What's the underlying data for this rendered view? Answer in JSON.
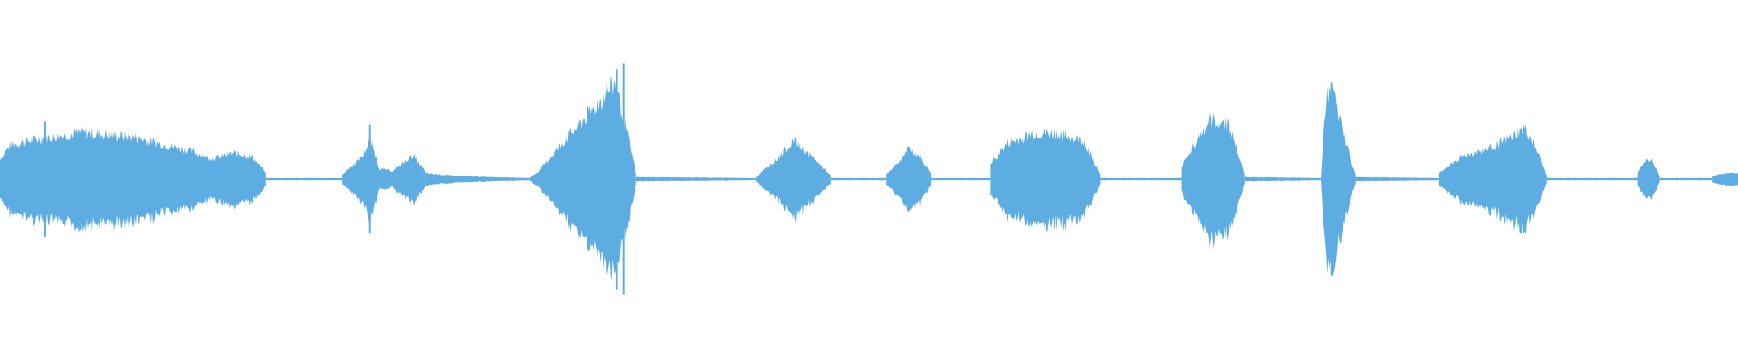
{
  "waveform": {
    "color": "#5dade2",
    "background": "#ffffff",
    "segments": [
      {
        "start": 0.0,
        "end": 0.153,
        "envelope": [
          [
            0.0,
            0.2
          ],
          [
            0.04,
            0.34
          ],
          [
            0.15,
            0.4
          ],
          [
            0.3,
            0.46
          ],
          [
            0.5,
            0.42
          ],
          [
            0.6,
            0.35
          ],
          [
            0.72,
            0.28
          ],
          [
            0.8,
            0.2
          ],
          [
            0.88,
            0.26
          ],
          [
            0.95,
            0.22
          ],
          [
            1.0,
            0.06
          ]
        ],
        "spikes": [
          [
            0.17,
            0.55
          ],
          [
            0.49,
            0.3
          ],
          [
            0.52,
            0.34
          ],
          [
            0.57,
            0.33
          ]
        ]
      },
      {
        "start": 0.153,
        "end": 0.197,
        "envelope": [
          [
            0.0,
            0.01
          ],
          [
            1.0,
            0.01
          ]
        ],
        "spikes": []
      },
      {
        "start": 0.197,
        "end": 0.245,
        "envelope": [
          [
            0.0,
            0.05
          ],
          [
            0.1,
            0.12
          ],
          [
            0.25,
            0.24
          ],
          [
            0.33,
            0.4
          ],
          [
            0.45,
            0.1
          ],
          [
            0.6,
            0.08
          ],
          [
            0.85,
            0.24
          ],
          [
            1.0,
            0.06
          ]
        ],
        "spikes": [
          [
            0.33,
            0.52
          ]
        ]
      },
      {
        "start": 0.245,
        "end": 0.305,
        "envelope": [
          [
            0.0,
            0.06
          ],
          [
            0.3,
            0.03
          ],
          [
            1.0,
            0.01
          ]
        ],
        "spikes": []
      },
      {
        "start": 0.305,
        "end": 0.366,
        "envelope": [
          [
            0.0,
            0.01
          ],
          [
            0.1,
            0.1
          ],
          [
            0.3,
            0.35
          ],
          [
            0.6,
            0.7
          ],
          [
            0.8,
            0.95
          ],
          [
            0.92,
            0.45
          ],
          [
            1.0,
            0.05
          ]
        ],
        "spikes": [
          [
            0.82,
            1.05
          ],
          [
            0.88,
            1.1
          ]
        ]
      },
      {
        "start": 0.366,
        "end": 0.435,
        "envelope": [
          [
            0.0,
            0.02
          ],
          [
            1.0,
            0.01
          ]
        ],
        "spikes": []
      },
      {
        "start": 0.435,
        "end": 0.478,
        "envelope": [
          [
            0.0,
            0.02
          ],
          [
            0.25,
            0.18
          ],
          [
            0.5,
            0.38
          ],
          [
            0.75,
            0.22
          ],
          [
            1.0,
            0.04
          ]
        ],
        "spikes": []
      },
      {
        "start": 0.478,
        "end": 0.51,
        "envelope": [
          [
            0.0,
            0.01
          ],
          [
            1.0,
            0.01
          ]
        ],
        "spikes": []
      },
      {
        "start": 0.51,
        "end": 0.536,
        "envelope": [
          [
            0.0,
            0.05
          ],
          [
            0.25,
            0.16
          ],
          [
            0.5,
            0.3
          ],
          [
            0.75,
            0.22
          ],
          [
            1.0,
            0.05
          ]
        ],
        "spikes": []
      },
      {
        "start": 0.536,
        "end": 0.57,
        "envelope": [
          [
            0.0,
            0.01
          ],
          [
            1.0,
            0.01
          ]
        ],
        "spikes": []
      },
      {
        "start": 0.57,
        "end": 0.633,
        "envelope": [
          [
            0.0,
            0.15
          ],
          [
            0.15,
            0.35
          ],
          [
            0.4,
            0.45
          ],
          [
            0.6,
            0.45
          ],
          [
            0.85,
            0.38
          ],
          [
            1.0,
            0.05
          ]
        ],
        "spikes": []
      },
      {
        "start": 0.633,
        "end": 0.68,
        "envelope": [
          [
            0.0,
            0.01
          ],
          [
            1.0,
            0.01
          ]
        ],
        "spikes": []
      },
      {
        "start": 0.68,
        "end": 0.716,
        "envelope": [
          [
            0.0,
            0.12
          ],
          [
            0.15,
            0.3
          ],
          [
            0.45,
            0.58
          ],
          [
            0.75,
            0.55
          ],
          [
            1.0,
            0.05
          ]
        ],
        "spikes": []
      },
      {
        "start": 0.716,
        "end": 0.76,
        "envelope": [
          [
            0.0,
            0.02
          ],
          [
            1.0,
            0.01
          ]
        ],
        "spikes": []
      },
      {
        "start": 0.76,
        "end": 0.78,
        "envelope": [
          [
            0.0,
            0.05
          ],
          [
            0.15,
            0.8
          ],
          [
            0.35,
            0.9
          ],
          [
            0.6,
            0.5
          ],
          [
            1.0,
            0.04
          ]
        ],
        "spikes": [
          [
            0.3,
            0.92
          ]
        ]
      },
      {
        "start": 0.78,
        "end": 0.828,
        "envelope": [
          [
            0.0,
            0.02
          ],
          [
            1.0,
            0.01
          ]
        ],
        "spikes": []
      },
      {
        "start": 0.828,
        "end": 0.89,
        "envelope": [
          [
            0.0,
            0.06
          ],
          [
            0.2,
            0.22
          ],
          [
            0.45,
            0.3
          ],
          [
            0.65,
            0.4
          ],
          [
            0.8,
            0.5
          ],
          [
            0.9,
            0.3
          ],
          [
            1.0,
            0.04
          ]
        ],
        "spikes": []
      },
      {
        "start": 0.89,
        "end": 0.942,
        "envelope": [
          [
            0.0,
            0.01
          ],
          [
            1.0,
            0.01
          ]
        ],
        "spikes": []
      },
      {
        "start": 0.942,
        "end": 0.955,
        "envelope": [
          [
            0.0,
            0.05
          ],
          [
            0.4,
            0.22
          ],
          [
            0.7,
            0.18
          ],
          [
            1.0,
            0.03
          ]
        ],
        "spikes": []
      },
      {
        "start": 0.955,
        "end": 0.985,
        "envelope": [
          [
            0.0,
            0.01
          ],
          [
            1.0,
            0.01
          ]
        ],
        "spikes": []
      },
      {
        "start": 0.985,
        "end": 1.0,
        "envelope": [
          [
            0.0,
            0.03
          ],
          [
            0.5,
            0.06
          ],
          [
            1.0,
            0.06
          ]
        ],
        "spikes": []
      }
    ]
  }
}
